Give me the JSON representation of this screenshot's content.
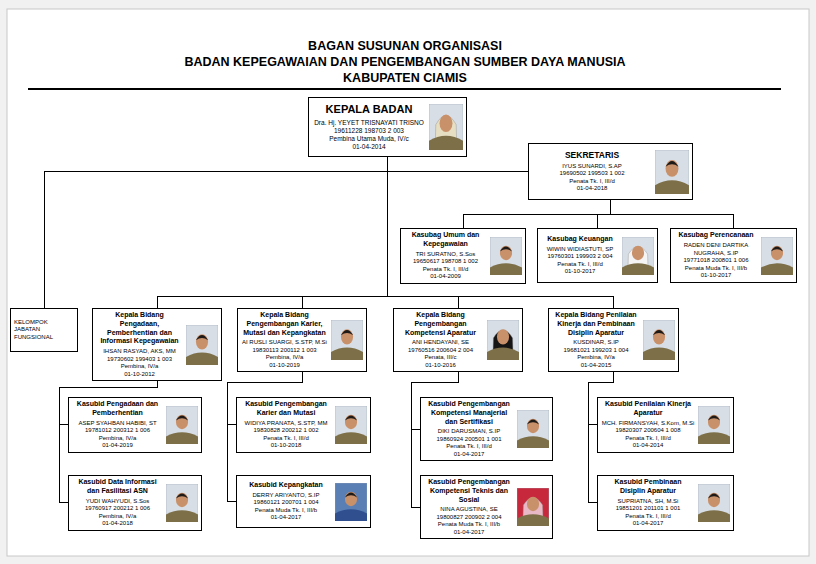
{
  "diagram": {
    "title": "BAGAN SUSUNAN ORGANISASI",
    "nodes": [
      {
        "text": [
          "KEPALA BADAN",
          "Dra. Hj. YEYET TRISNAYATI TRISNO",
          "19611228 198703 2 003",
          "Pembina Utama Muda, IV/c",
          "01-04-2014"
        ]
      },
      {
        "text": [
          "SEKRETARIS",
          "IYUS SUNARDI, S.AP",
          "19690502 199503 1 002",
          "Penata Tk. I, III/d",
          "01-04-2018"
        ]
      },
      {
        "text": [
          "Kasubag Umum dan Kepegawaian",
          "TRI SURATNO, S.Sos",
          "19650617 198708 1 002",
          "Penata Tk. I, III/d",
          "01-04-2009"
        ]
      },
      {
        "text": [
          "Kasubag Keuangan",
          "WIWIN WIDIASTUTI, SP",
          "19760301 199903 2 004",
          "Penata Tk. I, III/d",
          "01-10-2017"
        ]
      },
      {
        "text": [
          "Kasubag Perencanaan",
          "RADEN DENI DARTIKA NUGRAHA, S.IP",
          "19771018 200801 1 006",
          "Penata Muda Tk. I, III/b",
          "01-10-2017"
        ]
      },
      {
        "text": [
          "KELOMPOK JABATAN FUNGSIONAL"
        ]
      },
      {
        "text": [
          "Kepala Bidang Pengadaan, Pemberhentian dan Informasi Kepegawaian",
          "IHSAN RASYAD, AKS, MM",
          "19730602 199403 1 003",
          "Pembina, IV/a",
          "01-10-2012"
        ]
      },
      {
        "text": [
          "Kepala Bidang Pengembangan Karier, Mutasi dan Kepangkatan",
          "AI RUSLI SUARGI, S.STP, M.Si",
          "19830113 200112 1 003",
          "Pembina, IV/a",
          "01-10-2019"
        ]
      },
      {
        "text": [
          "Kepala Bidang Pengembangan Kompetensi Aparatur",
          "ANI HENDAYANI, SE",
          "19760516 200604 2 004",
          "Penata, III/c",
          "01-10-2016"
        ]
      },
      {
        "text": [
          "Kepala Bidang Penilaian Kinerja dan Pembinaan Disiplin Aparatur",
          "KUSDINAR, S.IP",
          "19681021 199203 1 004",
          "Pembina, IV/a",
          "01-04-2015"
        ]
      },
      {
        "text": [
          "Kasubid Pengadaan dan Pemberhentian",
          "ASEP SYAHBAN HABIBI, ST",
          "19781012 200312 1 006",
          "Pembina, IV/a",
          "01-04-2019"
        ]
      },
      {
        "text": [
          "Kasubid Data Informasi dan Fasilitasi ASN",
          "YUDI WAHYUDI, S.Sos",
          "19760917 200212 1 006",
          "Pembina, IV/a",
          "01-04-2018"
        ]
      },
      {
        "text": [
          "Kasubid Pengembangan Karier dan Mutasi",
          "WIDIYA PRANATA, S.STP, MM",
          "19830828 200212 1 002",
          "Penata Tk. I, III/d",
          "01-10-2018"
        ]
      },
      {
        "text": [
          "Kasubid Kepangkatan",
          "DERRY ARIYANTO, S.IP",
          "19860121 200701 1 004",
          "Penata Muda Tk. I, III/b",
          "01-04-2017"
        ]
      },
      {
        "text": [
          "Kasubid Pengembangan Kompetensi Manajerial dan Sertifikasi",
          "DIKI DARUSMAN, S.IP",
          "19860924 200501 1 001",
          "Penata Tk. I, III/d",
          "01-04-2017"
        ]
      },
      {
        "text": [
          "Kasubid Pengembangan Kompetensi Teknis dan Sosial",
          "NINA AGUSTINA, SE",
          "19800827 200902 2 004",
          "Penata Muda Tk. I, III/b",
          "01-04-2017"
        ]
      },
      {
        "text": [
          "Kasubid Penilaian Kinerja Aparatur",
          "MCH. FIRMANSYAH, S.Kom, M.Si",
          "19820307 200604 1 008",
          "Penata Tk. I, III/d",
          "01-04-2014"
        ]
      },
      {
        "text": [
          "Kasubid Pembinaan Disiplin Aparatur",
          "SUPRIATNA, SH, M.Si",
          "19851201 201101 1 001",
          "Penata Tk. I, III/d",
          "01-04-2017"
        ]
      }
    ],
    "edges": [
      {
        "from": 0,
        "to": 1,
        "arrow": "none"
      },
      {
        "from": 0,
        "to": 5,
        "arrow": "none"
      },
      {
        "from": 0,
        "to": 6,
        "arrow": "none"
      },
      {
        "from": 0,
        "to": 7,
        "arrow": "none"
      },
      {
        "from": 0,
        "to": 8,
        "arrow": "none"
      },
      {
        "from": 0,
        "to": 9,
        "arrow": "none"
      },
      {
        "from": 1,
        "to": 2,
        "arrow": "none"
      },
      {
        "from": 1,
        "to": 3,
        "arrow": "none"
      },
      {
        "from": 1,
        "to": 4,
        "arrow": "none"
      },
      {
        "from": 6,
        "to": 10,
        "arrow": "none"
      },
      {
        "from": 6,
        "to": 11,
        "arrow": "none"
      },
      {
        "from": 7,
        "to": 12,
        "arrow": "none"
      },
      {
        "from": 7,
        "to": 13,
        "arrow": "none"
      },
      {
        "from": 8,
        "to": 14,
        "arrow": "none"
      },
      {
        "from": 8,
        "to": 15,
        "arrow": "none"
      },
      {
        "from": 9,
        "to": 16,
        "arrow": "none"
      },
      {
        "from": 9,
        "to": 17,
        "arrow": "none"
      }
    ],
    "labels": [
      "BADAN KEPEGAWAIAN DAN PENGEMBANGAN SUMBER DAYA MANUSIA",
      "KABUPATEN CIAMIS"
    ]
  }
}
